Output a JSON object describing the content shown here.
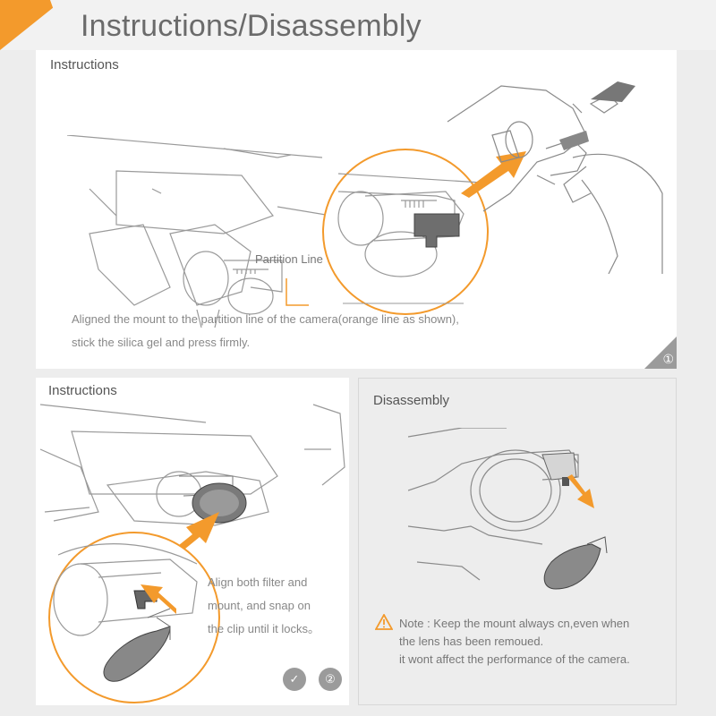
{
  "header": {
    "title": "Instructions/Disassembly"
  },
  "top_panel": {
    "label": "Instructions",
    "partition_label": "Partition Line",
    "caption_line1": "Aligned the mount to the partition line of the camera(orange line as shown),",
    "caption_line2": "stick the silica gel and press firmly.",
    "step": "①"
  },
  "bottom_left_panel": {
    "label": "Instructions",
    "caption_line1": "Align both filter and",
    "caption_line2": "mount, and snap on",
    "caption_line3": "the clip until it locks。",
    "check_icon": "check-icon",
    "step": "②"
  },
  "bottom_right_panel": {
    "label": "Disassembly",
    "note_line1": "Note : Keep the mount always cn,even when",
    "note_line2": "the lens has been remoued.",
    "note_line3": "it wont affect the performance of the camera.",
    "warning_icon": "warning-icon"
  },
  "colors": {
    "accent": "#f39a2c",
    "badge": "#9b9b9b"
  }
}
